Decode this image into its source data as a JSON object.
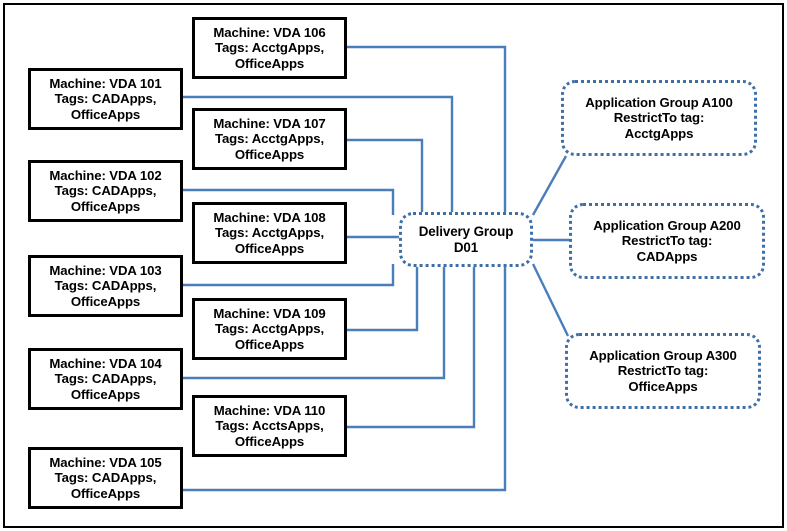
{
  "diagram": {
    "title": "Citrix Delivery Group and Application Group tag restriction diagram",
    "colors": {
      "wire": "#4a7ebb",
      "machine_border": "#000000",
      "group_border": "#3f6fa8",
      "frame": "#000000",
      "background": "#ffffff",
      "text": "#000000"
    },
    "machines_left": [
      {
        "id": "vda-101",
        "label": "Machine: VDA 101\nTags: CADApps,\nOfficeApps",
        "name": "VDA 101",
        "tags": [
          "CADApps",
          "OfficeApps"
        ]
      },
      {
        "id": "vda-102",
        "label": "Machine: VDA 102\nTags: CADApps,\nOfficeApps",
        "name": "VDA 102",
        "tags": [
          "CADApps",
          "OfficeApps"
        ]
      },
      {
        "id": "vda-103",
        "label": "Machine: VDA 103\nTags: CADApps,\nOfficeApps",
        "name": "VDA 103",
        "tags": [
          "CADApps",
          "OfficeApps"
        ]
      },
      {
        "id": "vda-104",
        "label": "Machine: VDA 104\nTags: CADApps,\nOfficeApps",
        "name": "VDA 104",
        "tags": [
          "CADApps",
          "OfficeApps"
        ]
      },
      {
        "id": "vda-105",
        "label": "Machine: VDA 105\nTags: CADApps,\nOfficeApps",
        "name": "VDA 105",
        "tags": [
          "CADApps",
          "OfficeApps"
        ]
      }
    ],
    "machines_middle": [
      {
        "id": "vda-106",
        "label": "Machine: VDA 106\nTags: AcctgApps,\nOfficeApps",
        "name": "VDA 106",
        "tags": [
          "AcctgApps",
          "OfficeApps"
        ]
      },
      {
        "id": "vda-107",
        "label": "Machine: VDA 107\nTags: AcctgApps,\nOfficeApps",
        "name": "VDA 107",
        "tags": [
          "AcctgApps",
          "OfficeApps"
        ]
      },
      {
        "id": "vda-108",
        "label": "Machine: VDA 108\nTags: AcctgApps,\nOfficeApps",
        "name": "VDA 108",
        "tags": [
          "AcctgApps",
          "OfficeApps"
        ]
      },
      {
        "id": "vda-109",
        "label": "Machine: VDA 109\nTags: AcctgApps,\nOfficeApps",
        "name": "VDA 109",
        "tags": [
          "AcctgApps",
          "OfficeApps"
        ]
      },
      {
        "id": "vda-110",
        "label": "Machine: VDA 110\nTags: AcctsApps,\nOfficeApps",
        "name": "VDA 110",
        "tags": [
          "AcctsApps",
          "OfficeApps"
        ]
      }
    ],
    "delivery_group": {
      "id": "delivery-group-d01",
      "label": "Delivery Group\nD01",
      "name": "Delivery Group",
      "group_id": "D01"
    },
    "application_groups": [
      {
        "id": "app-group-a100",
        "label": "Application Group A100\nRestrictTo tag:\nAcctgApps",
        "name": "Application Group A100",
        "restrict_to_tag": "AcctgApps"
      },
      {
        "id": "app-group-a200",
        "label": "Application Group A200\nRestrictTo tag:\nCADApps",
        "name": "Application Group A200",
        "restrict_to_tag": "CADApps"
      },
      {
        "id": "app-group-a300",
        "label": "Application Group A300\nRestrictTo tag:\nOfficeApps",
        "name": "Application Group A300",
        "restrict_to_tag": "OfficeApps"
      }
    ]
  }
}
